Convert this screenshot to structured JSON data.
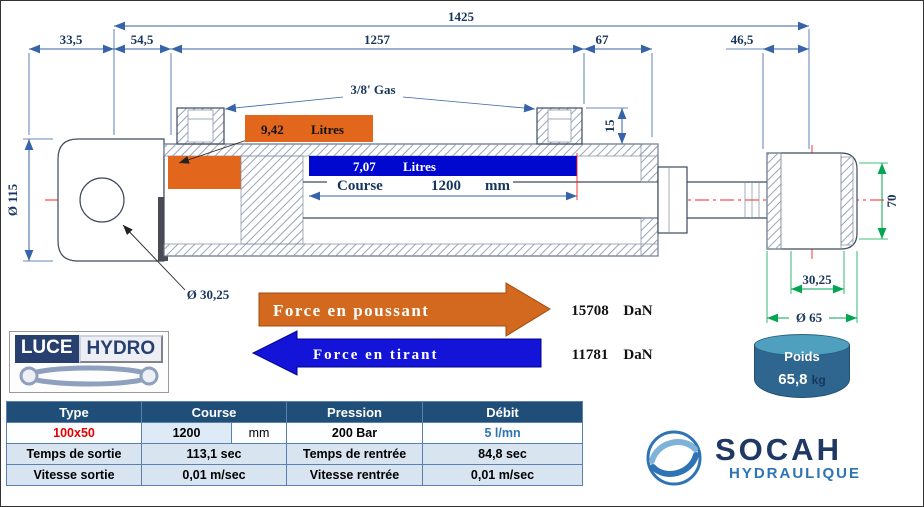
{
  "drawing": {
    "dim_total": "1425",
    "dim_a": "33,5",
    "dim_b": "54,5",
    "dim_c": "1257",
    "dim_d": "67",
    "dim_e": "46,5",
    "port_label": "3/8' Gas",
    "dia_body": "Ø 115",
    "dim_port_h": "15",
    "dim_head_h": "70",
    "dim_head_w": "30,25",
    "dia_head": "Ø 65",
    "dia_pin": "Ø 30,25",
    "volume_push_value": "9,42",
    "volume_push_unit": "Litres",
    "volume_pull_value": "7,07",
    "volume_pull_unit": "Litres",
    "course_label": "Course",
    "course_value": "1200",
    "course_unit": "mm"
  },
  "forces": {
    "push_label": "Force en poussant",
    "push_value": "15708",
    "push_unit": "DaN",
    "pull_label": "Force en tirant",
    "pull_value": "11781",
    "pull_unit": "DaN"
  },
  "weight": {
    "label": "Poids",
    "value": "65,8",
    "unit": "kg"
  },
  "luce_logo": {
    "part1": "LUCE",
    "part2": "HYDRO"
  },
  "socah_logo": {
    "name": "SOCAH",
    "sub": "HYDRAULIQUE"
  },
  "table": {
    "headers": {
      "type": "Type",
      "course": "Course",
      "pression": "Pression",
      "debit": "Débit"
    },
    "row1": {
      "type": "100x50",
      "course": "1200",
      "unit": "mm",
      "pression": "200 Bar",
      "debit": "5 l/mn"
    },
    "row2": {
      "label1": "Temps de sortie",
      "value1": "113,1 sec",
      "label2": "Temps de rentrée",
      "value2": "84,8 sec"
    },
    "row3": {
      "label1": "Vitesse sortie",
      "value1": "0,01 m/sec",
      "label2": "Vitesse rentrée",
      "value2": "0,01 m/sec"
    }
  },
  "colors": {
    "push_orange": "#d2691e",
    "pull_blue": "#1414d9",
    "dim_blue": "#3763a8",
    "dim_green": "#00a651",
    "navy": "#17365d",
    "table_header": "#1f4e79",
    "table_row": "#d9e4f1"
  }
}
